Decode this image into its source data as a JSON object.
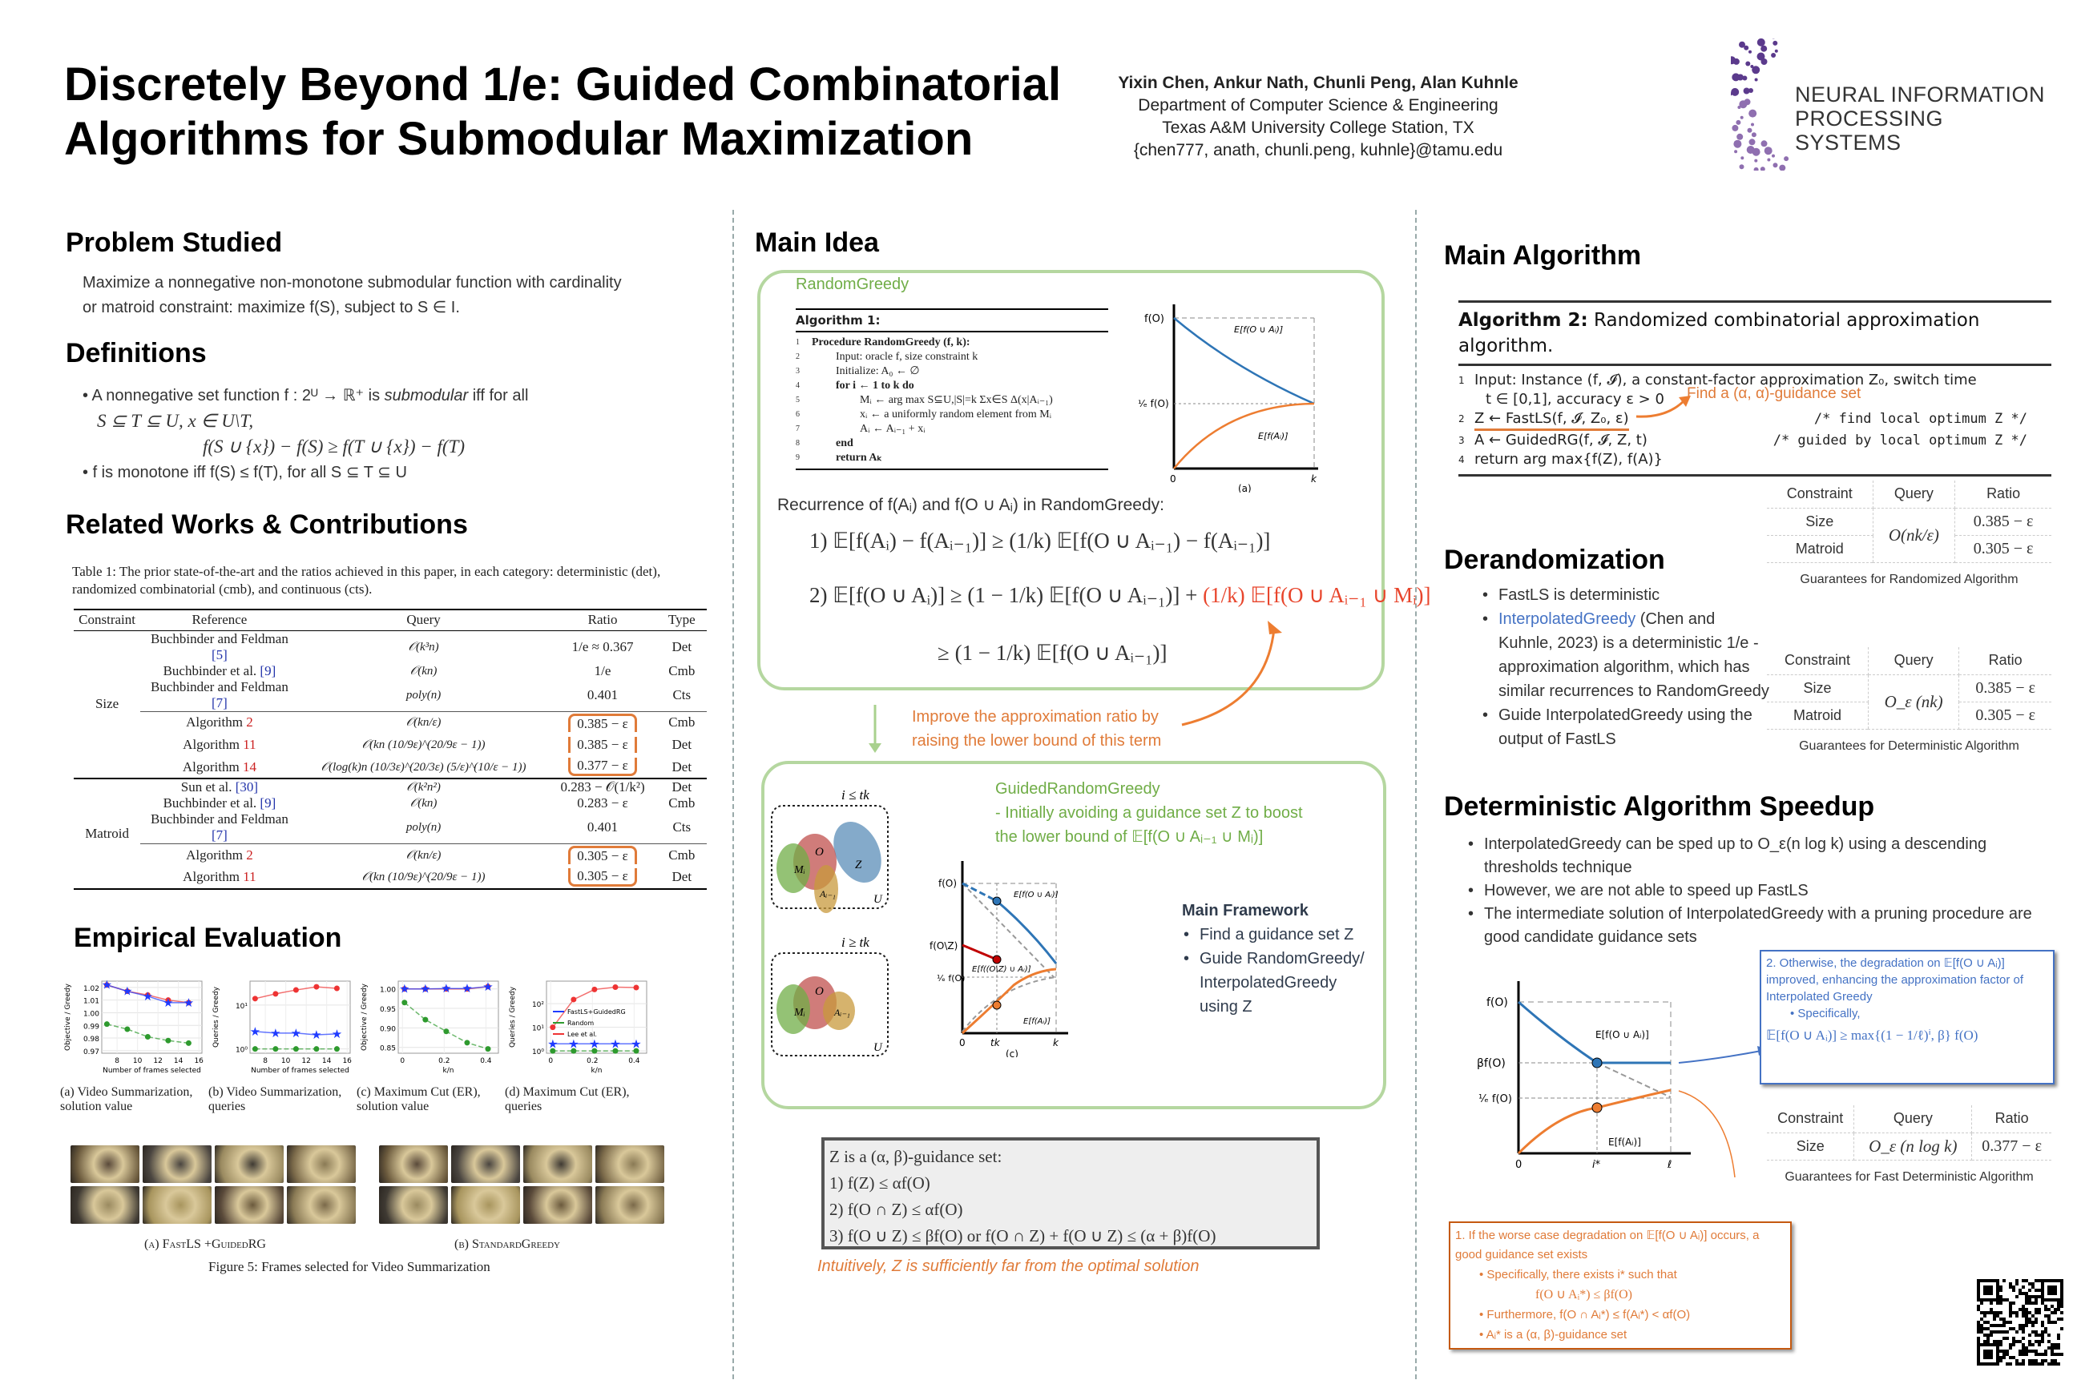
{
  "header": {
    "title_line1": "Discretely Beyond 1/e: Guided Combinatorial",
    "title_line2": "Algorithms for Submodular Maximization",
    "authors": "Yixin Chen, Ankur Nath, Chunli Peng, Alan Kuhnle",
    "department": "Department of Computer Science & Engineering",
    "university": "Texas A&M University College Station, TX",
    "emails": "{chen777, anath, chunli.peng, kuhnle}@tamu.edu",
    "logo_line1": "NEURAL INFORMATION",
    "logo_line2": "PROCESSING SYSTEMS"
  },
  "problem": {
    "heading": "Problem Studied",
    "text1": "Maximize a nonnegative non-monotone submodular function with cardinality",
    "text2": "or matroid constraint: maximize f(S), subject to S ∈ I."
  },
  "definitions": {
    "heading": "Definitions",
    "b1a": "A nonnegative set function f : 2ᵁ → ℝ⁺ is ",
    "b1em": "submodular",
    "b1b": " iff for all",
    "b1c": "S ⊆ T ⊆ U, x ∈ U\\T,",
    "b1eq": "f(S ∪ {x}) − f(S) ≥ f(T ∪ {x}) − f(T)",
    "b2": "f is monotone iff f(S) ≤ f(T), for all S ⊆ T ⊆ U"
  },
  "related": {
    "heading": "Related Works & Contributions",
    "caption": "Table 1: The prior state-of-the-art and the ratios achieved in this paper, in each category: deterministic (det), randomized combinatorial (cmb), and continuous (cts).",
    "columns": [
      "Constraint",
      "Reference",
      "Query",
      "Ratio",
      "Type"
    ],
    "groups": [
      {
        "constraint": "Size",
        "prior": [
          {
            "ref": "Buchbinder and Feldman ",
            "cite": "[5]",
            "query": "𝒪(k³n)",
            "ratio": "1/e ≈ 0.367",
            "type": "Det"
          },
          {
            "ref": "Buchbinder et al. ",
            "cite": "[9]",
            "query": "𝒪(kn)",
            "ratio": "1/e",
            "type": "Cmb"
          },
          {
            "ref": "Buchbinder and Feldman ",
            "cite": "[7]",
            "query": "poly(n)",
            "ratio": "0.401",
            "type": "Cts"
          }
        ],
        "ours": [
          {
            "ref": "Algorithm ",
            "cite": "2",
            "query": "𝒪(kn/ε)",
            "ratio": "0.385 − ε",
            "type": "Cmb"
          },
          {
            "ref": "Algorithm ",
            "cite": "11",
            "query": "𝒪(kn (10/9ε)^(20/9ε − 1))",
            "ratio": "0.385 − ε",
            "type": "Det"
          },
          {
            "ref": "Algorithm ",
            "cite": "14",
            "query": "𝒪(log(k)n (10/3ε)^(20/3ε) (5/ε)^(10/ε − 1))",
            "ratio": "0.377 − ε",
            "type": "Det"
          }
        ]
      },
      {
        "constraint": "Matroid",
        "prior": [
          {
            "ref": "Sun et al. ",
            "cite": "[30]",
            "query": "𝒪(k²n²)",
            "ratio": "0.283 − 𝒪(1/k²)",
            "type": "Det"
          },
          {
            "ref": "Buchbinder et al. ",
            "cite": "[9]",
            "query": "𝒪(kn)",
            "ratio": "0.283 − ε",
            "type": "Cmb"
          },
          {
            "ref": "Buchbinder and Feldman ",
            "cite": "[7]",
            "query": "poly(n)",
            "ratio": "0.401",
            "type": "Cts"
          }
        ],
        "ours": [
          {
            "ref": "Algorithm ",
            "cite": "2",
            "query": "𝒪(kn/ε)",
            "ratio": "0.305 − ε",
            "type": "Cmb"
          },
          {
            "ref": "Algorithm ",
            "cite": "11",
            "query": "𝒪(kn (10/9ε)^(20/9ε − 1))",
            "ratio": "0.305 − ε",
            "type": "Det"
          }
        ]
      }
    ]
  },
  "empirical": {
    "heading": "Empirical Evaluation",
    "legend": [
      "FastLS+GuidedRG",
      "Random",
      "Lee et al."
    ],
    "colors": {
      "fastls": "#1f3bff",
      "random": "#2e9a2e",
      "lee": "#ee3333"
    },
    "plots": [
      {
        "ylabel": "Objective / Greedy",
        "xlabel": "Number of frames selected",
        "log": false,
        "xlim": [
          6.5,
          16.3
        ],
        "ylim": [
          0.968,
          1.025
        ],
        "xticks": [
          8,
          10,
          12,
          14,
          16
        ],
        "yticks": [
          0.97,
          0.98,
          0.99,
          1.0,
          1.01,
          1.02
        ],
        "yticklabels": [
          "0.97",
          "0.98",
          "0.99",
          "1.00",
          "1.01",
          "1.02"
        ],
        "x": [
          7,
          9,
          11,
          13,
          15
        ],
        "fastls": [
          1.022,
          1.017,
          1.013,
          1.008,
          1.008
        ],
        "lee": [
          1.022,
          1.017,
          1.014,
          1.01,
          1.008
        ],
        "random": [
          0.991,
          0.987,
          0.981,
          0.978,
          0.976
        ],
        "caption1": "(a) Video Summarization,",
        "caption2": "solution value"
      },
      {
        "ylabel": "Queries / Greedy",
        "xlabel": "Number of frames selected",
        "log": true,
        "xlim": [
          6.5,
          16.3
        ],
        "ylim": [
          0.8,
          35
        ],
        "xticks": [
          8,
          10,
          12,
          14,
          16
        ],
        "yticks": [
          1,
          10
        ],
        "yticklabels": [
          "10⁰",
          "10¹"
        ],
        "x": [
          7,
          9,
          11,
          13,
          15
        ],
        "fastls": [
          2.5,
          2.3,
          2.3,
          2.1,
          2.2
        ],
        "lee": [
          14,
          18,
          22,
          26,
          24
        ],
        "random": [
          1,
          1,
          1,
          1,
          1
        ],
        "caption1": "(b) Video Summarization,",
        "caption2": "queries"
      },
      {
        "ylabel": "Objective / Greedy",
        "xlabel": "k/n",
        "log": false,
        "xlim": [
          -0.02,
          0.46
        ],
        "ylim": [
          0.835,
          1.02
        ],
        "xticks": [
          0.0,
          0.2,
          0.4
        ],
        "yticks": [
          0.85,
          0.9,
          0.95,
          1.0
        ],
        "yticklabels": [
          "0.85",
          "0.90",
          "0.95",
          "1.00"
        ],
        "x": [
          0.01,
          0.11,
          0.21,
          0.31,
          0.41
        ],
        "fastls": [
          1.0,
          1.0,
          1.001,
          1.001,
          1.006
        ],
        "lee": [
          1.0,
          1.0,
          1.0,
          1.0,
          1.006
        ],
        "random": [
          0.965,
          0.921,
          0.891,
          0.862,
          0.846
        ],
        "caption1": "(c) Maximum Cut (ER),",
        "caption2": "solution value"
      },
      {
        "ylabel": "Queries / Greedy",
        "xlabel": "k/n",
        "log": true,
        "xlim": [
          -0.02,
          0.46
        ],
        "ylim": [
          0.8,
          900
        ],
        "xticks": [
          0.0,
          0.2,
          0.4
        ],
        "yticks": [
          1,
          10,
          100
        ],
        "yticklabels": [
          "10⁰",
          "10¹",
          "10²"
        ],
        "x": [
          0.01,
          0.11,
          0.21,
          0.31,
          0.41
        ],
        "fastls": [
          2,
          2,
          2,
          2,
          2
        ],
        "lee": [
          10,
          150,
          400,
          500,
          480
        ],
        "random": [
          1,
          1,
          1,
          1,
          1
        ],
        "caption1": "(d) Maximum Cut (ER),",
        "caption2": "queries"
      }
    ],
    "frames_caption_a": "(a) FastLS +GuidedRG",
    "frames_caption_b": "(b) StandardGreedy",
    "figure_caption": "Figure 5: Frames selected for Video Summarization"
  },
  "main_idea": {
    "heading": "Main Idea",
    "rg_label": "RandomGreedy",
    "alg1_title": "Algorithm 1:",
    "alg1_lines": [
      "Procedure RandomGreedy (f, k):",
      "Input: oracle f, size constraint k",
      "Initialize: A₀ ← ∅",
      "for i ← 1 to k do",
      "Mᵢ ← arg max S⊆U,|S|=k Σx∈S Δ(x|Aᵢ₋₁)",
      "xᵢ ← a uniformly random element from Mᵢ",
      "Aᵢ ← Aᵢ₋₁ + xᵢ",
      "end",
      "return Aₖ"
    ],
    "fig_a": {
      "fO": "f(O)",
      "efO": "¹⁄ₑ f(O)",
      "blue": "E[f(O ∪ Aᵢ)]",
      "orange": "E[f(Aᵢ)]",
      "x0": "0",
      "xk": "k",
      "cap": "(a)"
    },
    "recurrence": "Recurrence of f(Aᵢ) and f(O ∪ Aᵢ) in RandomGreedy:",
    "eq1": "1) 𝔼[f(Aᵢ) − f(Aᵢ₋₁)] ≥ (1/k) 𝔼[f(O ∪ Aᵢ₋₁) − f(Aᵢ₋₁)]",
    "eq2a": "2) 𝔼[f(O ∪ Aᵢ)] ≥ (1 − 1/k) 𝔼[f(O ∪ Aᵢ₋₁)] + ",
    "eq2b": "(1/k) 𝔼[f(O ∪ Aᵢ₋₁ ∪ Mᵢ)]",
    "eq3": "≥ (1 − 1/k) 𝔼[f(O ∪ Aᵢ₋₁)]",
    "improve1": "Improve the approximation ratio by",
    "improve2": "raising the lower bound of this term",
    "venn_top": "i ≤ tk",
    "venn_bottom": "i ≥ tk",
    "venn_labels": {
      "O": "O",
      "M": "Mᵢ",
      "A": "Aᵢ₋₁",
      "Z": "Z",
      "U": "U"
    },
    "grg_title": "GuidedRandomGreedy",
    "grg_line1": "- Initially avoiding a guidance set Z to boost",
    "grg_line2": "the lower bound of 𝔼[f(O ∪ Aᵢ₋₁ ∪ Mᵢ)]",
    "fig_c": {
      "fO": "f(O)",
      "fOZ": "f(O\\Z)",
      "efO": "¹⁄ₑ f(O)",
      "blue": "E[f(O ∪ Aᵢ)]",
      "red": "E[f((O\\Z) ∪ Aᵢ)]",
      "orange": "E[f(Aᵢ)]",
      "x0": "0",
      "xtk": "tk",
      "xk": "k",
      "cap": "(c)"
    },
    "framework_title": "Main Framework",
    "framework_items": [
      "Find a guidance set Z",
      "Guide RandomGreedy/ InterpolatedGreedy using Z"
    ],
    "guidance_title": "Z is a (α, β)-guidance set:",
    "guidance_items": [
      "1) f(Z) ≤ αf(O)",
      "2) f(O ∩ Z) ≤ αf(O)",
      "3) f(O ∪ Z) ≤ βf(O)  or  f(O ∩ Z) + f(O ∪ Z) ≤ (α + β)f(O)"
    ],
    "intuition": "Intuitively, Z is sufficiently far from the optimal solution"
  },
  "main_algorithm": {
    "heading": "Main Algorithm",
    "alg2_bold": "Algorithm 2:",
    "alg2_title": " Randomized combinatorial approximation algorithm.",
    "lines": [
      {
        "no": "1",
        "text": "Input: Instance (f, 𝓘), a constant-factor approximation Z₀, switch time",
        "comment": ""
      },
      {
        "no": "",
        "text": "t ∈ [0,1], accuracy ε > 0",
        "comment": ""
      },
      {
        "no": "2",
        "text": "Z ← FastLS(f, 𝓘, Z₀, ε)",
        "comment": "/* find local optimum Z */"
      },
      {
        "no": "3",
        "text": "A ← GuidedRG(f, 𝓘, Z, t)",
        "comment": "/* guided by local optimum Z */"
      },
      {
        "no": "4",
        "text": "return arg max{f(Z), f(A)}",
        "comment": ""
      }
    ],
    "annotation": "Find a (α, α)-guidance set"
  },
  "derandomization": {
    "heading": "Derandomization",
    "b1": "FastLS is deterministic",
    "b2_link": "InterpolatedGreedy",
    "b2_rest": " (Chen and Kuhnle, 2023) is a deterministic 1/e -approximation algorithm, which has similar recurrences to RandomGreedy",
    "b3": "Guide InterpolatedGreedy using the output of FastLS"
  },
  "tables": {
    "columns": [
      "Constraint",
      "Query",
      "Ratio"
    ],
    "randomized": {
      "rows": [
        [
          "Size",
          "0.385 − ε"
        ],
        [
          "Matroid",
          "0.305 − ε"
        ]
      ],
      "query": "O(nk/ε)",
      "caption": "Guarantees for Randomized Algorithm"
    },
    "deterministic": {
      "rows": [
        [
          "Size",
          "0.385 − ε"
        ],
        [
          "Matroid",
          "0.305 − ε"
        ]
      ],
      "query": "O_ε (nk)",
      "caption": "Guarantees for Deterministic Algorithm"
    },
    "fast": {
      "rows": [
        [
          "Size",
          "0.377 − ε"
        ]
      ],
      "query": "O_ε (n log k)",
      "caption": "Guarantees for Fast Deterministic Algorithm"
    }
  },
  "speedup": {
    "heading": "Deterministic Algorithm Speedup",
    "bullets": [
      "InterpolatedGreedy can be sped up to O_ε(n log k) using a descending thresholds technique",
      "However, we are not able to speed up FastLS",
      "The intermediate solution of InterpolatedGreedy with a pruning procedure are good candidate guidance sets"
    ],
    "fig": {
      "fO": "f(O)",
      "bfO": "βf(O)",
      "efO": "¹⁄ₑ f(O)",
      "blue": "E[f(O ∪ Aᵢ)]",
      "orange": "E[f(Aᵢ)]",
      "x0": "0",
      "xi": "i*",
      "xl": "ℓ"
    },
    "blue_box": {
      "line1": "2. Otherwise, the degradation on 𝔼[f(O ∪ Aᵢ)] improved, enhancing the approximation factor of Interpolated Greedy",
      "line2": "Specifically,",
      "line3": "𝔼[f(O ∪ Aᵢ)] ≥ max{(1 − 1/ℓ)ⁱ, β} f(O)"
    },
    "orange_box": {
      "line1": "1. If the worse case degradation on 𝔼[f(O ∪ Aᵢ)] occurs, a good guidance set exists",
      "b1": "Specifically, there exists i* such that",
      "b1eq": "f(O ∪ Aᵢ*) ≤ βf(O)",
      "b2": "Furthermore, f(O ∩ Aᵢ*) ≤ f(Aᵢ*) < αf(O)",
      "b3": "Aᵢ* is a (α, β)-guidance set"
    }
  }
}
